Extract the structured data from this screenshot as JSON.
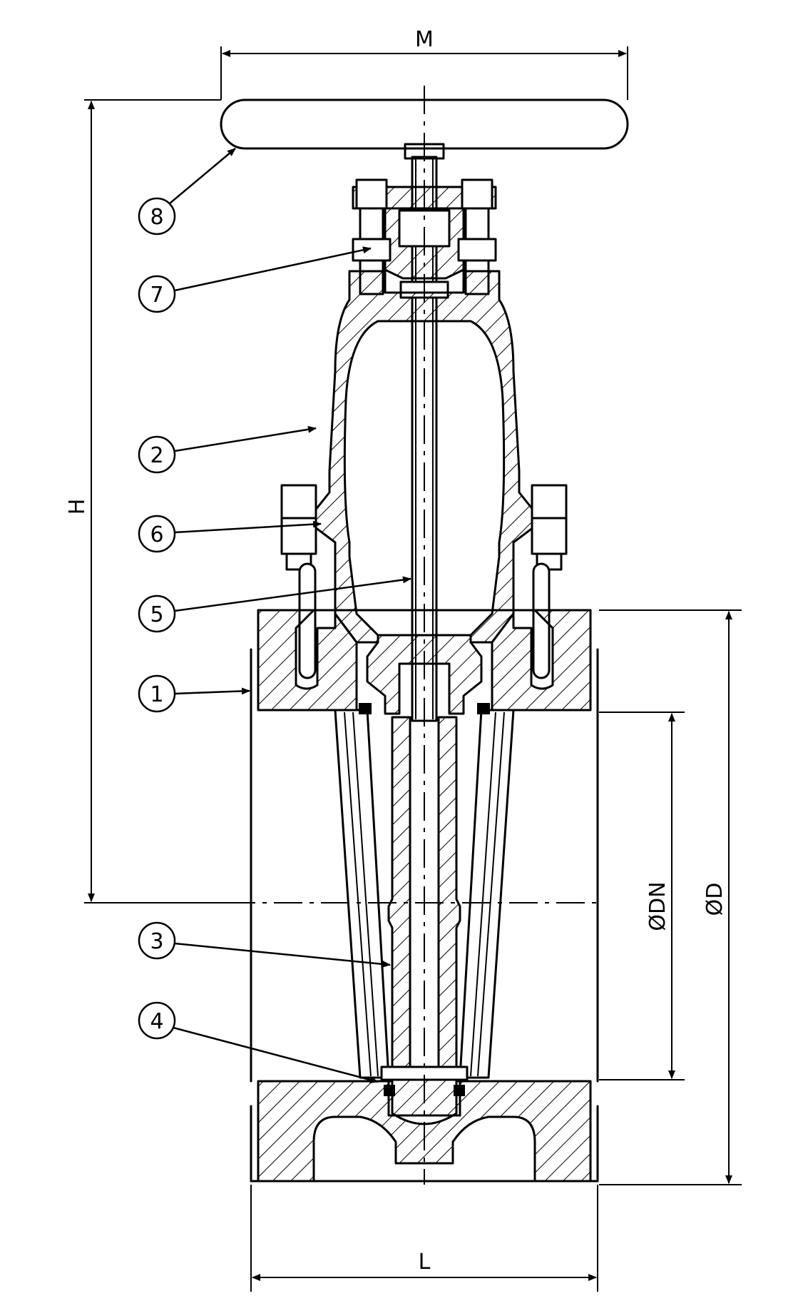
{
  "dimensions": {
    "M": "M",
    "H": "H",
    "L": "L",
    "DN": "ØDN",
    "D": "ØD"
  },
  "callouts": [
    {
      "label": "8",
      "part": "handwheel"
    },
    {
      "label": "7",
      "part": "gland packing"
    },
    {
      "label": "2",
      "part": "bonnet"
    },
    {
      "label": "6",
      "part": "bonnet bolt"
    },
    {
      "label": "5",
      "part": "stem"
    },
    {
      "label": "1",
      "part": "body"
    },
    {
      "label": "3",
      "part": "wedge"
    },
    {
      "label": "4",
      "part": "seal"
    }
  ],
  "colors": {
    "line": "#000000",
    "background": "#ffffff"
  }
}
